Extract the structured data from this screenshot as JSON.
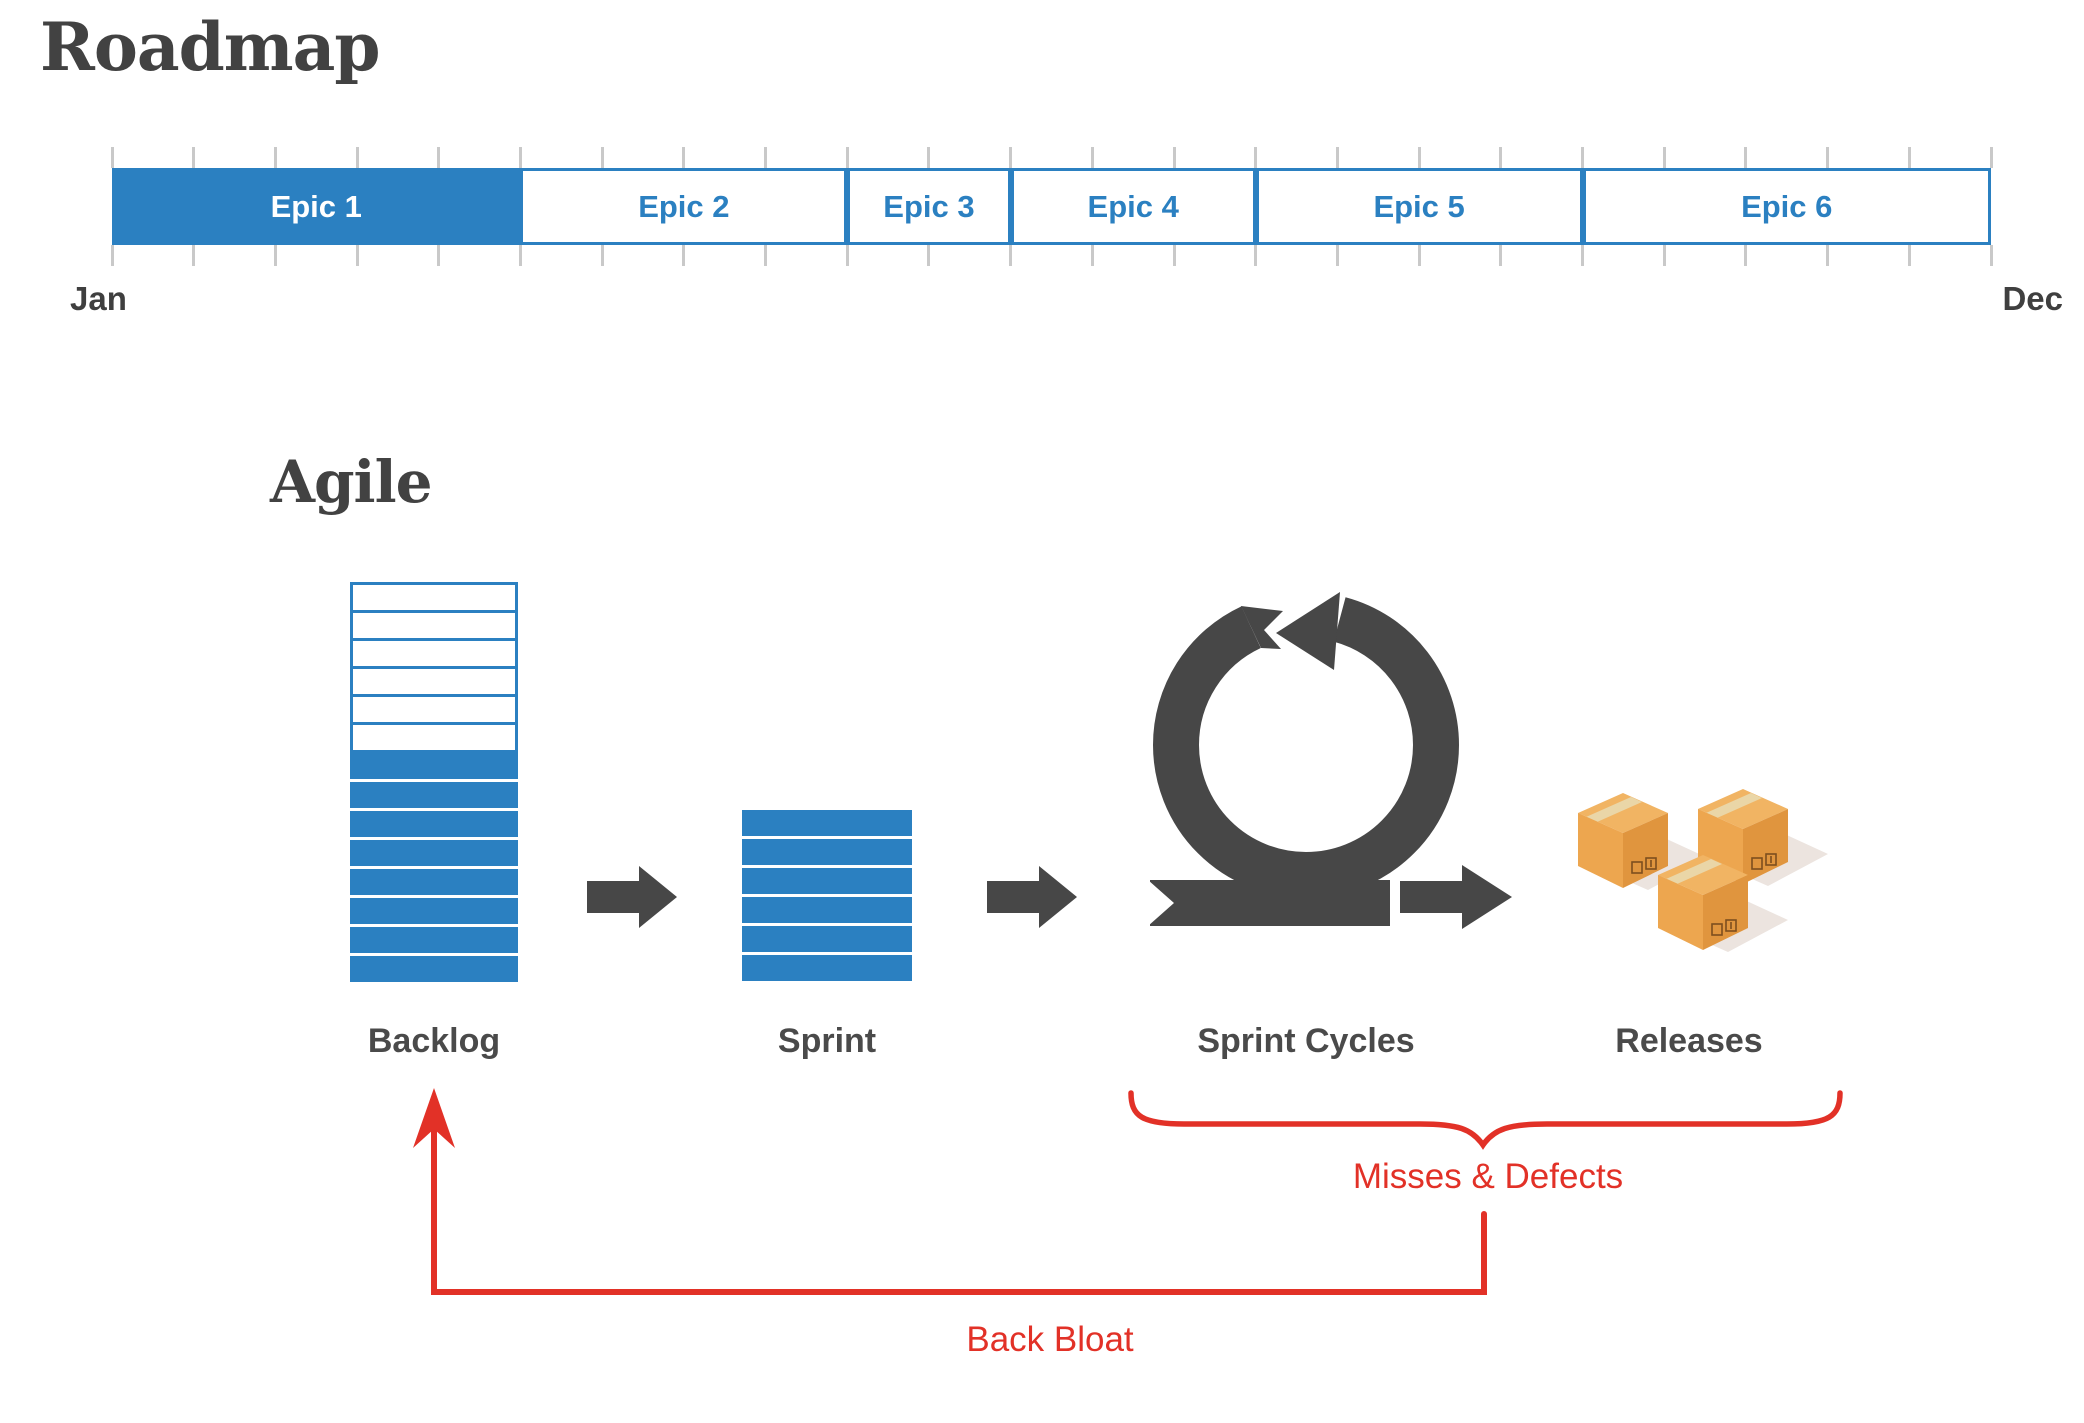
{
  "colors": {
    "blue": "#2b80c1",
    "dark_title": "#424242",
    "arrow_dark": "#474747",
    "label_gray": "#4a4a4a",
    "red": "#e23127",
    "tick_gray": "#c9c9c9",
    "box_orange_left": "#eda64f",
    "box_orange_right": "#e0953e",
    "box_orange_top": "#f1b463"
  },
  "roadmap": {
    "title": "Roadmap",
    "start_label": "Jan",
    "end_label": "Dec",
    "tick_count": 24,
    "total_units": 23,
    "epics": [
      {
        "label": "Epic 1",
        "units": 5,
        "filled": true
      },
      {
        "label": "Epic 2",
        "units": 4,
        "filled": false
      },
      {
        "label": "Epic 3",
        "units": 2,
        "filled": false
      },
      {
        "label": "Epic 4",
        "units": 3,
        "filled": false
      },
      {
        "label": "Epic 5",
        "units": 4,
        "filled": false
      },
      {
        "label": "Epic 6",
        "units": 5,
        "filled": false
      }
    ]
  },
  "agile": {
    "title": "Agile",
    "backlog": {
      "outlined_rows": 6,
      "filled_rows": 8
    },
    "sprint": {
      "filled_rows": 6
    },
    "releases": {
      "box_count": 3
    },
    "stages": [
      {
        "label": "Backlog"
      },
      {
        "label": "Sprint"
      },
      {
        "label": "Sprint Cycles"
      },
      {
        "label": "Releases"
      }
    ]
  },
  "feedback": {
    "misses_label": "Misses & Defects",
    "back_label": "Back Bloat"
  }
}
